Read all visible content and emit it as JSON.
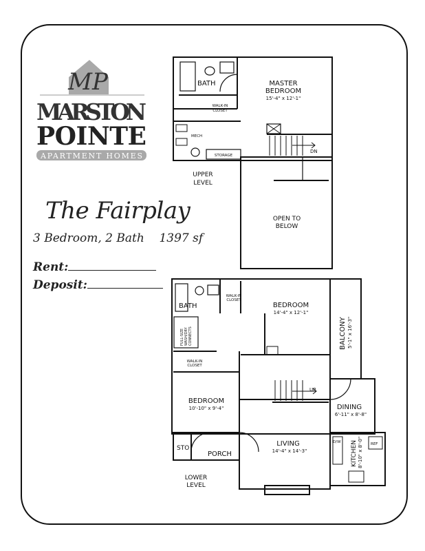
{
  "logo": {
    "monogram": "MP",
    "line1": "MARSTON",
    "line2": "POINTE",
    "tagline": "APARTMENT HOMES",
    "accent": "#a9a9a9"
  },
  "plan_name": "The Fairplay",
  "summary": {
    "bedrooms": "3 Bedroom, 2 Bath",
    "area": "1397 sf"
  },
  "fields": {
    "rent_label": "Rent:",
    "deposit_label": "Deposit:"
  },
  "upper": {
    "level": [
      "UPPER",
      "LEVEL"
    ],
    "bath": "BATH",
    "closet": [
      "WALK-IN",
      "CLOSET"
    ],
    "master": [
      "MASTER",
      "BEDROOM"
    ],
    "master_dim": "15'-4\" x 12'-1\"",
    "mech": "MECH",
    "storage": "STORAGE",
    "stairs": "DN",
    "open": [
      "OPEN TO",
      "BELOW"
    ]
  },
  "lower": {
    "level": [
      "LOWER",
      "LEVEL"
    ],
    "bath": "BATH",
    "closet1": [
      "WALK-IN",
      "CLOSET"
    ],
    "bedroom1": "BEDROOM",
    "bedroom1_dim": "14'-4\" x 12'-1\"",
    "balcony": "BALCONY",
    "balcony_dim": "5'-1\" x 16'-3\"",
    "laundry": [
      "FULL-SIZE",
      "WASH/DRY",
      "CONNECTS"
    ],
    "closet2": [
      "WALK-IN",
      "CLOSET"
    ],
    "bedroom2": "BEDROOM",
    "bedroom2_dim": "10'-10\" x 9'-4\"",
    "stairs": "UP",
    "dining": "DINING",
    "dining_dim": "6'-11\" x 8'-8\"",
    "sto": "STO",
    "porch": "PORCH",
    "living": "LIVING",
    "living_dim": "14'-4\" x 14'-3\"",
    "dw": "D/W",
    "kitchen": "KITCHEN",
    "kitchen_dim": "8'-10\" x 8'-0\"",
    "ref": "REF"
  }
}
